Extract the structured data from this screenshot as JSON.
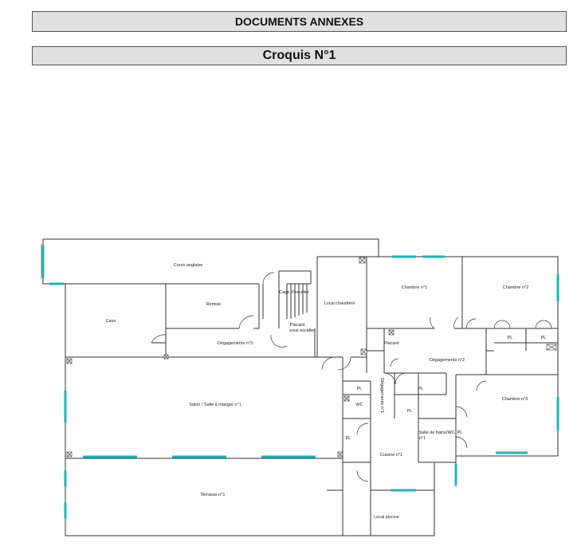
{
  "header": {
    "title": "DOCUMENTS ANNEXES",
    "subtitle": "Croquis N°1"
  },
  "rooms": {
    "cours_anglaise": "Cours anglaise",
    "cage_escalier": "Cage d'escalier",
    "remise": "Remise",
    "cave": "Cave",
    "local_chaudiere": "Local chaudière",
    "placard_sous_escalier_1": "Placard",
    "placard_sous_escalier_2": "sous escalier",
    "degagements_3": "Dégagements n°3",
    "chambre_1": "Chambre n°1",
    "chambre_2": "Chambre n°2",
    "chambre_3": "Chambre n°3",
    "placard": "Placard",
    "degagements_2": "Dégagements n°2",
    "pl": "PL",
    "wc": "WC",
    "degagements_1": "Dégagements n°1",
    "salon": "Salon / Salle à manger n°1",
    "salle_bains_1": "Salle de bains/WC",
    "salle_bains_2": "n°1",
    "cuisine": "Cuisine n°1",
    "terrasse": "Terrasse n°1",
    "local_piscine": "Local piscine"
  }
}
